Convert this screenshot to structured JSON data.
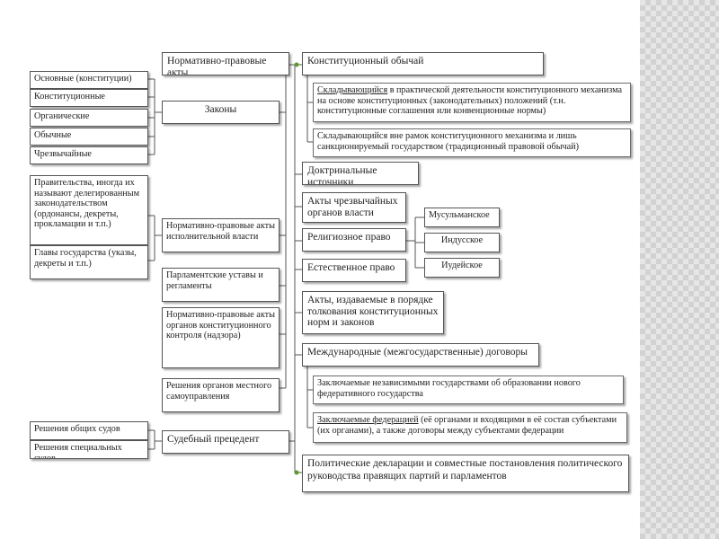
{
  "colors": {
    "line": "#555555",
    "border": "#555555",
    "background": "#ffffff",
    "stripe": "#d2d2d2"
  },
  "left": {
    "constitution_group": [
      "Основные (конституции)",
      "Конституционные",
      "Органические",
      "Обычные",
      "Чрезвычайные"
    ],
    "delegated": "Правительства, иногда их называют делегированным законодательством (ордонансы, декреты, прокламации и т.п.)",
    "head_of_state": "Главы государства (указы, декреты и т.п.)",
    "courts": [
      "Решения общих судов",
      "Решения специальных судов"
    ]
  },
  "center": {
    "npa": "Нормативно-правовые акты",
    "laws": "Законы",
    "executive": "Нормативно-правовые акты исполнительной власти",
    "parliament": "Парламентские уставы и регламенты",
    "constitutional_control": "Нормативно-правовые акты органов конституционного контроля (надзора)",
    "local": "Решения органов местного самоуправления",
    "precedent": "Судебный прецедент"
  },
  "right": {
    "custom": "Конституционный обычай",
    "custom_sub1_underlined": "Складывающийся",
    "custom_sub1_rest": " в практической деятельности конституционного механизма на основе конституционных (законодательных) положений (т.н. конституционные соглашения или конвенционные нормы)",
    "custom_sub2": "Складывающийся вне рамок конституционного механизма и лишь санкционируемый государством (традиционный правовой обычай)",
    "doctrinal": "Доктринальные источники",
    "emergency": "Акты чрезвычайных органов власти",
    "religious": "Религиозное право",
    "religions": [
      "Мусульманское",
      "Индусское",
      "Иудейское"
    ],
    "natural": "Естественное право",
    "interpretation": "Акты, издаваемые в порядке толкования конституционных норм и законов",
    "international": "Международные (межгосударственные) договоры",
    "intl_sub1": "Заключаемые независимыми государствами об образовании нового федеративного государства",
    "intl_sub2_underlined": "Заключаемые федерацией",
    "intl_sub2_rest": " (её органами и входящими в её состав субъектами (их органами), а также договоры между субъектами федерации",
    "political": "Политические декларации и совместные постановления политического руководства правящих партий и парламентов"
  }
}
